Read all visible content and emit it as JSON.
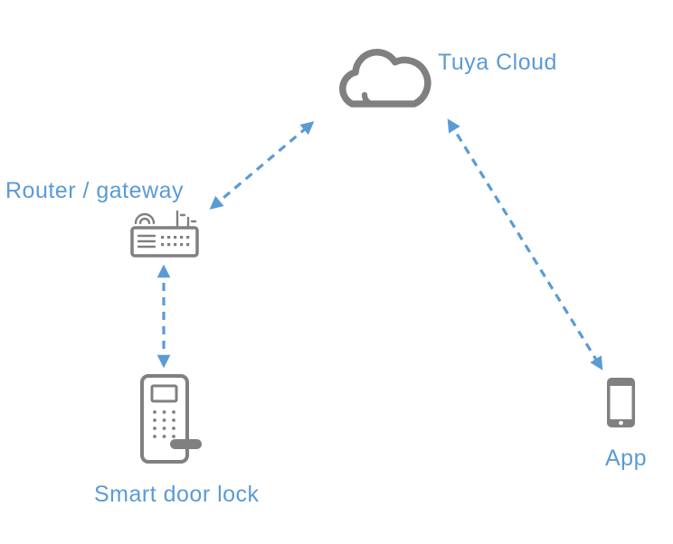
{
  "diagram": {
    "nodes": {
      "cloud": {
        "id": "tuya-cloud",
        "label": "Tuya Cloud",
        "icon": "cloud-icon"
      },
      "router": {
        "id": "router-gateway",
        "label": "Router / gateway",
        "icon": "router-icon"
      },
      "lock": {
        "id": "smart-door-lock",
        "label": "Smart door lock",
        "icon": "door-lock-icon"
      },
      "app": {
        "id": "app",
        "label": "App",
        "icon": "smartphone-icon"
      }
    },
    "connections": [
      {
        "from": "router-gateway",
        "to": "tuya-cloud",
        "style": "dashed",
        "bidirectional": true
      },
      {
        "from": "smart-door-lock",
        "to": "router-gateway",
        "style": "dashed",
        "bidirectional": true
      },
      {
        "from": "app",
        "to": "tuya-cloud",
        "style": "dashed",
        "bidirectional": true
      }
    ],
    "colors": {
      "label": "#5b9bd5",
      "icon": "#808080",
      "arrow": "#5b9bd5",
      "background": "#ffffff"
    }
  }
}
